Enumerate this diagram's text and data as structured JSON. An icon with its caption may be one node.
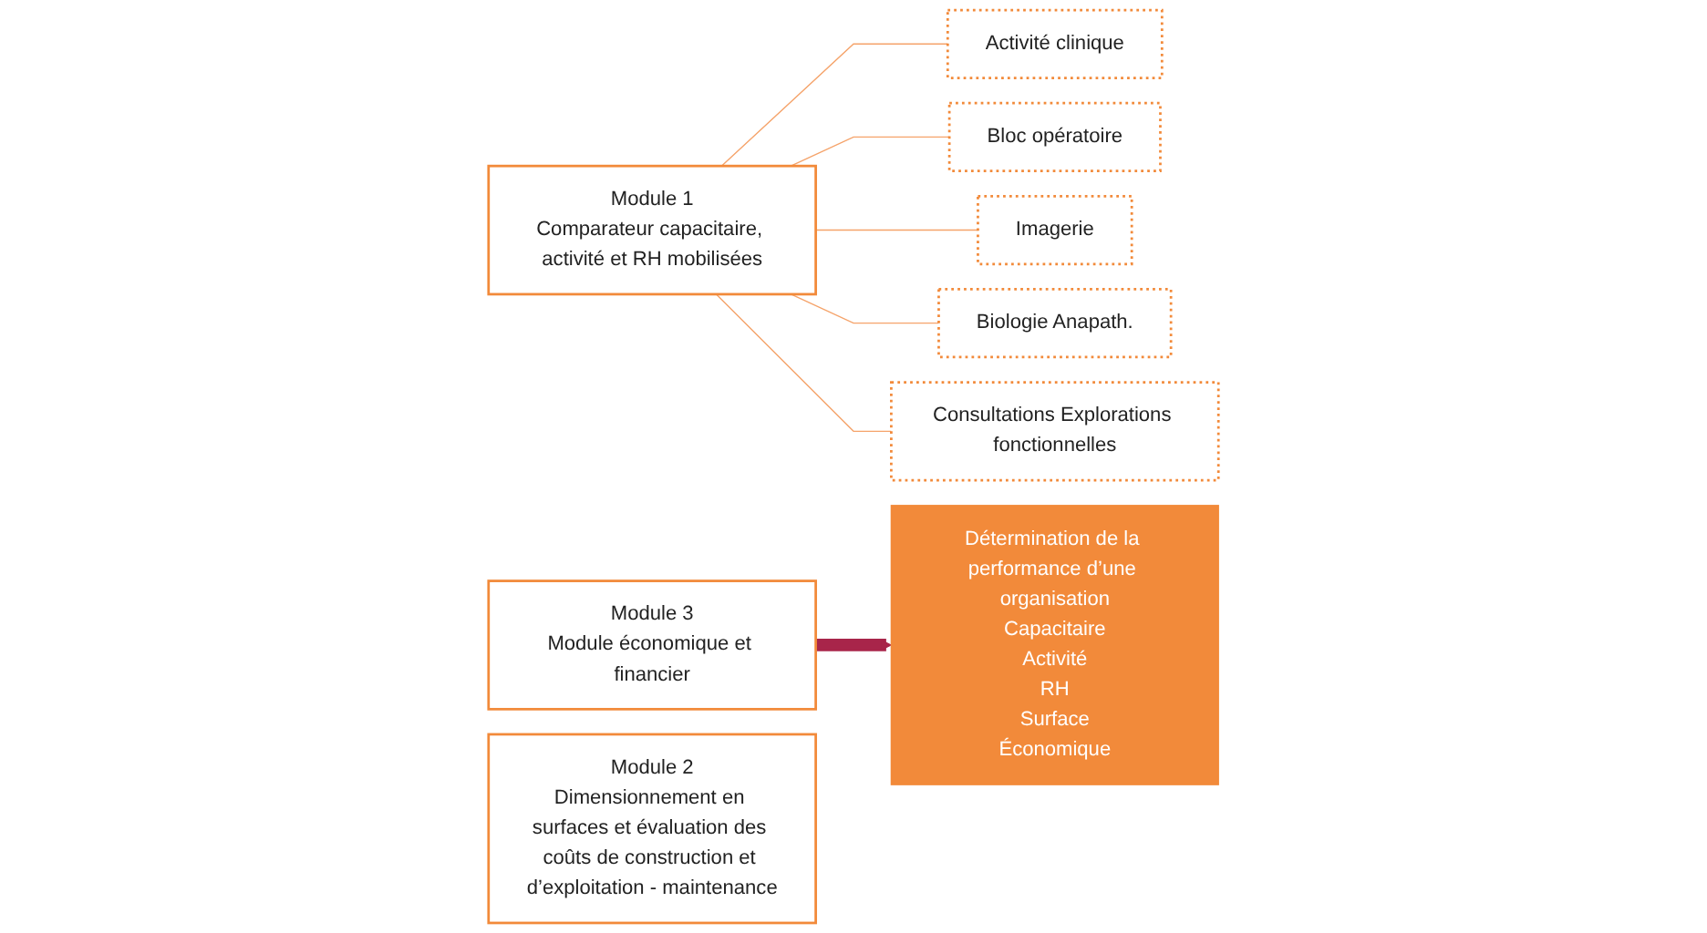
{
  "diagram": {
    "nodes": [
      {
        "text": [
          "Module 1",
          "Comparateur capacitaire, activité et RH mobilisées"
        ]
      },
      {
        "text": [
          "Module 2",
          "Dimensionnement en surfaces et évaluation des coûts de construction et d’exploitation - maintenance"
        ]
      },
      {
        "text": [
          "Module 3",
          "Module économique et financier"
        ]
      },
      {
        "text": [
          "Activité clinique"
        ]
      },
      {
        "text": [
          "Bloc opératoire"
        ]
      },
      {
        "text": [
          "Imagerie"
        ]
      },
      {
        "text": [
          "Biologie Anapath."
        ]
      },
      {
        "text": [
          "Consultations Explorations fonctionnelles"
        ]
      },
      {
        "text": [
          "Détermination de la performance d’une organisation",
          "Capacitaire",
          "Activité",
          "RH",
          "Surface",
          "Économique"
        ]
      }
    ],
    "edges": [
      {
        "from": 0,
        "to": 3,
        "arrow": "none"
      },
      {
        "from": 0,
        "to": 4,
        "arrow": "none"
      },
      {
        "from": 0,
        "to": 5,
        "arrow": "none"
      },
      {
        "from": 0,
        "to": 6,
        "arrow": "none"
      },
      {
        "from": 0,
        "to": 7,
        "arrow": "none"
      },
      {
        "from": 2,
        "to": 8,
        "arrow": "to",
        "style": "thick",
        "color": "#a8254a"
      }
    ]
  }
}
